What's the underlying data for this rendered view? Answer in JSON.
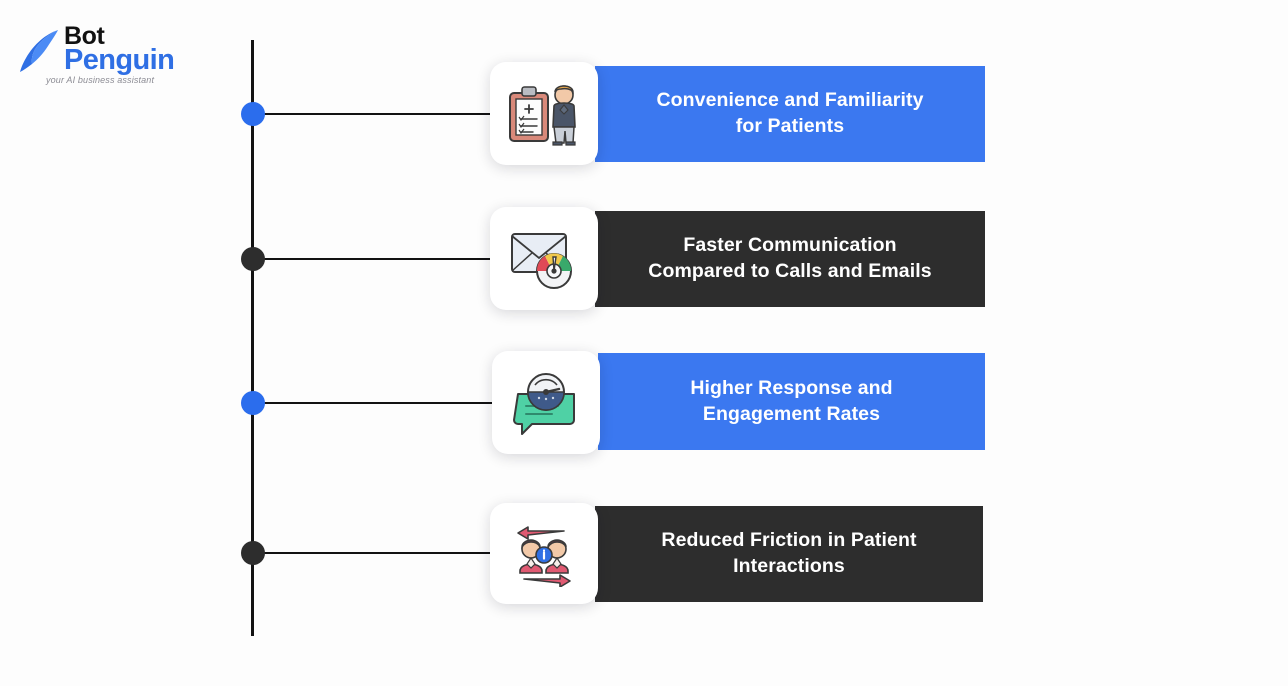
{
  "brand": {
    "name_line1": "Bot",
    "name_line2": "Penguin",
    "tagline": "your AI business assistant",
    "logo_icon": "penguin-logo-icon",
    "blue": "#2f6fe4",
    "black": "#111111"
  },
  "colors": {
    "background": "#fdfdfd",
    "card_blue": "#3b78f0",
    "card_dark": "#2d2d2d",
    "dot_blue": "#2b6ded",
    "dot_dark": "#2d2d2d",
    "axis": "#121212"
  },
  "timeline": {
    "axis_name": "vertical-timeline-axis",
    "items": [
      {
        "index": 1,
        "title": "Convenience and Familiarity\nfor Patients",
        "theme": "blue",
        "dot_color": "#2b6ded",
        "bar_color": "#3b78f0",
        "icon": "clipboard-patient-icon"
      },
      {
        "index": 2,
        "title": "Faster Communication\nCompared to Calls and Emails",
        "theme": "dark",
        "dot_color": "#2d2d2d",
        "bar_color": "#2d2d2d",
        "icon": "envelope-speedometer-icon"
      },
      {
        "index": 3,
        "title": "Higher Response and\nEngagement Rates",
        "theme": "blue",
        "dot_color": "#2b6ded",
        "bar_color": "#3b78f0",
        "icon": "chat-bubble-gauge-icon"
      },
      {
        "index": 4,
        "title": "Reduced Friction in Patient\nInteractions",
        "theme": "dark",
        "dot_color": "#2d2d2d",
        "bar_color": "#2d2d2d",
        "icon": "two-people-exchange-icon"
      }
    ]
  }
}
